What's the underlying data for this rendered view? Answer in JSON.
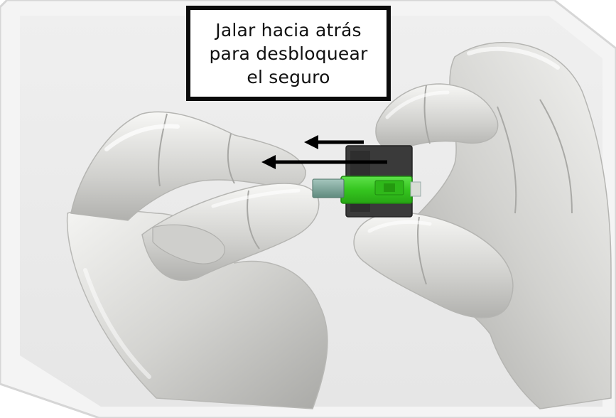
{
  "callout": {
    "lines": [
      "Jalar hacia atrás",
      "para desbloquear",
      "el seguro"
    ]
  },
  "colors": {
    "frame_border": "#dcdcdc",
    "panel_background": "#ececec",
    "hand_base": "#d9d9d7",
    "connector_green": "#3fcf2a",
    "adapter_dark": "#3a3a3a",
    "ferrule": "#7fa89c",
    "arrow": "#000000",
    "callout_border": "#0b0b0b"
  },
  "icons": [
    "left-arrow-icon",
    "left-arrow-icon"
  ]
}
